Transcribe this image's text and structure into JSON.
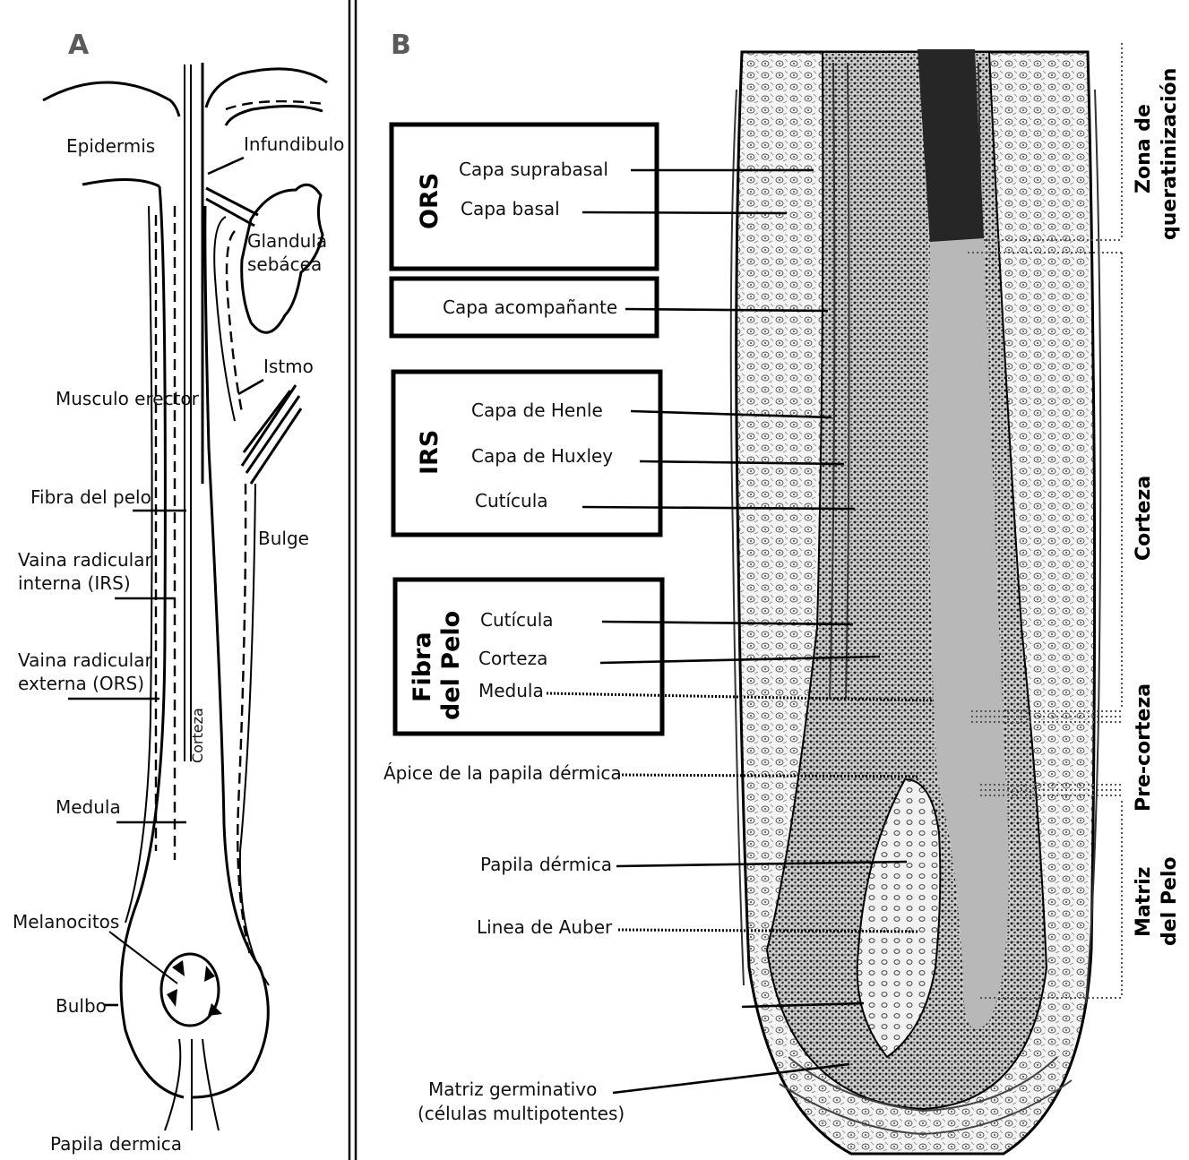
{
  "panel_a": {
    "letter": "A",
    "labels": {
      "epidermis": "Epidermis",
      "infundibulo": "Infundibulo",
      "glandula_1": "Glandula",
      "glandula_2": "sebácea",
      "istmo": "Istmo",
      "musculo": "Musculo erector",
      "fibra": "Fibra del pelo",
      "bulge": "Bulge",
      "irs_1": "Vaina radicular",
      "irs_2": "interna (IRS)",
      "ors_1": "Vaina radicular",
      "ors_2": "externa (ORS)",
      "corteza": "Corteza",
      "medula": "Medula",
      "melanocitos": "Melanocitos",
      "bulbo": "Bulbo",
      "papila": "Papila dermica"
    }
  },
  "panel_b": {
    "letter": "B",
    "boxes": {
      "ors": {
        "title": "ORS",
        "items": [
          "Capa suprabasal",
          "Capa basal"
        ]
      },
      "companion": {
        "item": "Capa acompañante"
      },
      "irs": {
        "title": "IRS",
        "items": [
          "Capa de Henle",
          "Capa de Huxley",
          "Cutícula"
        ]
      },
      "fiber": {
        "title_1": "Fibra",
        "title_2": "del Pelo",
        "items": [
          "Cutícula",
          "Corteza",
          "Medula"
        ]
      }
    },
    "labels": {
      "apice": "Ápice de la papila dérmica",
      "papila": "Papila dérmica",
      "auber": "Linea de Auber",
      "matriz_1": "Matriz germinativo",
      "matriz_2": "(células multipotentes)"
    },
    "zones": {
      "queratinizacion_1": "Zona de",
      "queratinizacion_2": "queratinización",
      "corteza": "Corteza",
      "precorteza": "Pre-corteza",
      "matriz_1": "Matriz",
      "matriz_2": "del Pelo"
    }
  }
}
